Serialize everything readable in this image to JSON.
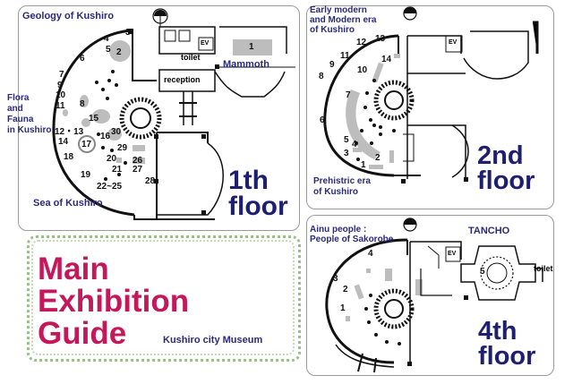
{
  "panels": {
    "first": {
      "floor_line1": "1th",
      "floor_line2": "floor",
      "labels": {
        "geology": "Geology of Kushiro",
        "flora": "Flora\nand\nFauna\nin Kushiro",
        "sea": "Sea of Kushiro",
        "mammoth": "Mammoth",
        "toilet": "toilet",
        "reception": "reception",
        "ev": "EV"
      },
      "numbers": [
        "1",
        "2",
        "3",
        "4",
        "5",
        "6",
        "7",
        "8",
        "9",
        "10",
        "11",
        "12・13",
        "14",
        "15",
        "16",
        "17",
        "18",
        "19",
        "20",
        "21",
        "22~25",
        "26",
        "27",
        "28",
        "29",
        "30"
      ]
    },
    "second": {
      "floor_line1": "2nd",
      "floor_line2": "floor",
      "labels": {
        "modern": "Early modern\nand Modern era\nof Kushiro",
        "prehistoric": "Prehistric era\nof Kushiro",
        "ev": "EV"
      },
      "numbers": [
        "1",
        "2",
        "3",
        "4",
        "5",
        "6",
        "7",
        "8",
        "9",
        "10",
        "11",
        "12",
        "13",
        "14"
      ]
    },
    "fourth": {
      "floor_line1": "4th",
      "floor_line2": "floor",
      "labels": {
        "ainu": "Ainu people :\nPeople of Sakorobe",
        "tancho": "TANCHO",
        "toilet": "toilet",
        "ev": "EV"
      },
      "numbers": [
        "1",
        "2",
        "3",
        "4",
        "5"
      ]
    }
  },
  "guide": {
    "line1": "Main",
    "line2": "Exhibition",
    "line3": "Guide",
    "museum": "Kushiro city Museum"
  },
  "colors": {
    "title_navy": "#1f1f70",
    "guide_red": "#c4185b",
    "vine_green": "#9cbf8a",
    "exhibit_gray": "#a8a8a8"
  }
}
